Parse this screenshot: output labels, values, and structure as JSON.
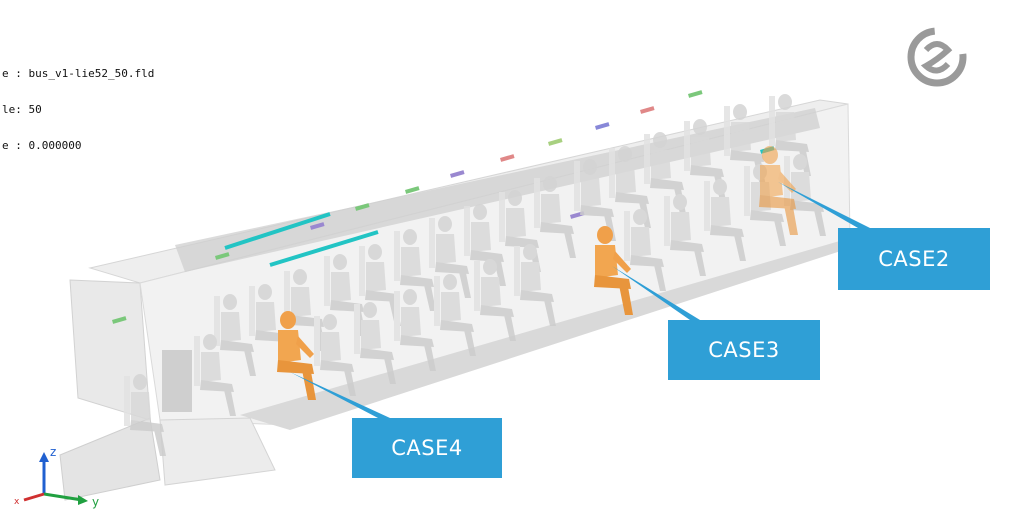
{
  "header": {
    "lines": [
      "e : bus_v1-lie52_50.fld",
      "le: 50",
      "e : 0.000000"
    ]
  },
  "callouts": [
    {
      "label": "CASE2"
    },
    {
      "label": "CASE3"
    },
    {
      "label": "CASE4"
    }
  ],
  "axes": {
    "z_label": "z",
    "y_label": "y",
    "x_label": "x"
  },
  "colors": {
    "callout": "#2f9fd6",
    "occupant_highlight": "#f0a04a",
    "occupant_ghost": "#cfcfcf",
    "bus_body": "#e6e6e6",
    "vent_cyan": "#22c4c4",
    "z_axis": "#2060d0",
    "y_axis": "#20a040",
    "x_axis": "#d03030"
  },
  "icons": {
    "logo": "swirl-logo-icon"
  }
}
